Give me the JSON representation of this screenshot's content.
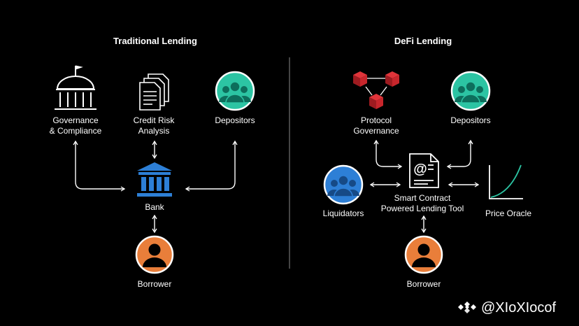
{
  "colors": {
    "background": "#000000",
    "teal": "#2cc4a3",
    "blue": "#2d7fd6",
    "orange": "#e97e3a",
    "red": "#c8262c",
    "oracle_curve": "#2cc4a3"
  },
  "traditional": {
    "title": "Traditional Lending",
    "governance_line1": "Governance",
    "governance_line2": "& Compliance",
    "credit_line1": "Credit Risk",
    "credit_line2": "Analysis",
    "depositors": "Depositors",
    "bank": "Bank",
    "borrower": "Borrower",
    "icons": {
      "governance": "government-building-icon",
      "credit": "documents-icon",
      "depositors": "group-icon",
      "bank": "bank-icon",
      "borrower": "person-icon"
    }
  },
  "defi": {
    "title": "DeFi Lending",
    "protocol_line1": "Protocol",
    "protocol_line2": "Governance",
    "depositors": "Depositors",
    "smart_line1": "Smart Contract",
    "smart_line2": "Powered Lending Tool",
    "liquidators": "Liquidators",
    "oracle": "Price Oracle",
    "borrower": "Borrower",
    "icons": {
      "protocol": "blockchain-cubes-icon",
      "depositors": "group-icon",
      "smart": "contract-document-icon",
      "liquidators": "group-icon",
      "oracle": "curve-chart-icon",
      "borrower": "person-icon"
    }
  },
  "watermark": {
    "text": "@XIoXIocof",
    "icon": "binance-logo-icon"
  }
}
